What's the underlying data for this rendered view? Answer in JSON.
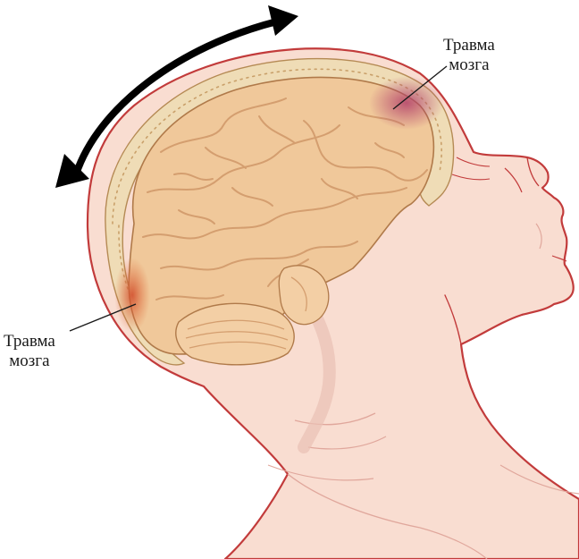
{
  "labels": {
    "top": {
      "line1": "Травма",
      "line2": "мозга"
    },
    "bottom": {
      "line1": "Травма",
      "line2": "мозга"
    }
  },
  "colors": {
    "skin": "#f9ddd1",
    "skin_outline": "#c23b3b",
    "skull": "#efdcb6",
    "brain": "#f0c89a",
    "brain_folds": "#d49e6f",
    "injury": "#c2567a",
    "arrow": "#000000"
  },
  "icons": {
    "motion": "double-headed-curved-arrow"
  }
}
